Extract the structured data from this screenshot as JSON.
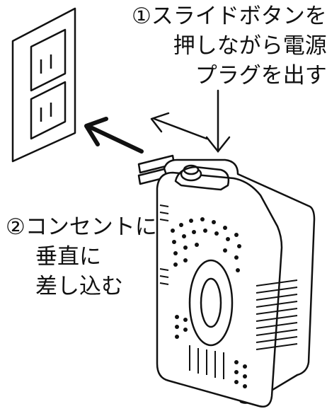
{
  "step1": {
    "lines": [
      "①スライドボタンを",
      "押しながら電源",
      "プラグを出す"
    ]
  },
  "step2": {
    "lines": [
      "②コンセントに",
      "垂直に",
      "差し込む"
    ]
  },
  "colors": {
    "ink": "#111111",
    "background": "#ffffff"
  },
  "icons": [
    "wall-outlet-icon",
    "plug-in-arrow-icon",
    "slide-down-arrow-icon",
    "device-icon"
  ]
}
